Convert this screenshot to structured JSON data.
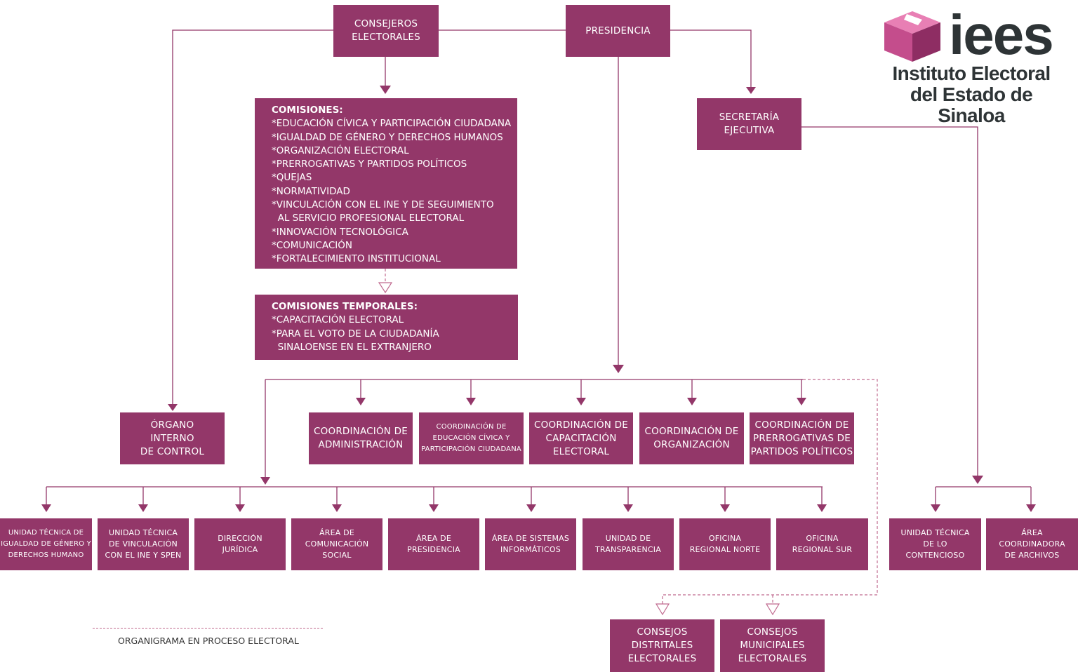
{
  "logo": {
    "word": "iees",
    "name_line1": "Instituto Electoral",
    "name_line2": "del Estado de Sinaloa",
    "colors": {
      "cube_light": "#e87fb4",
      "cube_mid": "#c44d8c",
      "cube_dark": "#8e2d63",
      "text": "#2e3436"
    }
  },
  "colors": {
    "box": "#933769",
    "line": "#933769",
    "dashed": "#c06a8f"
  },
  "top": {
    "consejeros": [
      "CONSEJEROS",
      "ELECTORALES"
    ],
    "presidencia": [
      "PRESIDENCIA"
    ],
    "secretaria": [
      "SECRETARÍA",
      "EJECUTIVA"
    ]
  },
  "comisiones": {
    "title": "COMISIONES:",
    "items": [
      "*EDUCACIÓN CÍVICA Y PARTICIPACIÓN CIUDADANA",
      "*IGUALDAD DE GÉNERO Y DERECHOS HUMANOS",
      "*ORGANIZACIÓN ELECTORAL",
      "*PRERROGATIVAS Y PARTIDOS POLÍTICOS",
      "*QUEJAS",
      "*NORMATIVIDAD",
      "*VINCULACIÓN CON EL INE Y DE SEGUIMIENTO",
      "  AL SERVICIO PROFESIONAL ELECTORAL",
      "*INNOVACIÓN TECNOLÓGICA",
      "*COMUNICACIÓN",
      "*FORTALECIMIENTO INSTITUCIONAL"
    ]
  },
  "comisiones_temporales": {
    "title": "COMISIONES TEMPORALES:",
    "items": [
      "*CAPACITACIÓN ELECTORAL",
      "*PARA EL VOTO DE LA CIUDADANÍA",
      "  SINALOENSE EN EL EXTRANJERO"
    ]
  },
  "organo": [
    "ÓRGANO",
    "INTERNO",
    "DE CONTROL"
  ],
  "coordinaciones": [
    [
      "COORDINACIÓN DE",
      "ADMINISTRACIÓN"
    ],
    [
      "COORDINACIÓN DE",
      "EDUCACIÓN CÍVICA Y",
      "PARTICIPACIÓN CIUDADANA"
    ],
    [
      "COORDINACIÓN DE",
      "CAPACITACIÓN",
      "ELECTORAL"
    ],
    [
      "COORDINACIÓN DE",
      "ORGANIZACIÓN"
    ],
    [
      "COORDINACIÓN DE",
      "PRERROGATIVAS DE",
      "PARTIDOS POLÍTICOS"
    ]
  ],
  "unidades": [
    [
      "UNIDAD TÉCNICA DE",
      "IGUALDAD DE GÉNERO Y",
      "DERECHOS HUMANO"
    ],
    [
      "UNIDAD TÉCNICA",
      "DE VINCULACIÓN",
      "CON EL INE Y SPEN"
    ],
    [
      "DIRECCIÓN",
      "JURÍDICA"
    ],
    [
      "ÁREA DE",
      "COMUNICACIÓN",
      "SOCIAL"
    ],
    [
      "ÁREA DE",
      "PRESIDENCIA"
    ],
    [
      "ÁREA DE SISTEMAS",
      "INFORMÁTICOS"
    ],
    [
      "UNIDAD DE",
      "TRANSPARENCIA"
    ],
    [
      "OFICINA",
      "REGIONAL NORTE"
    ],
    [
      "OFICINA",
      "REGIONAL SUR"
    ]
  ],
  "secretaria_units": [
    [
      "UNIDAD TÉCNICA",
      "DE LO",
      "CONTENCIOSO"
    ],
    [
      "ÁREA",
      "COORDINADORA",
      "DE ARCHIVOS"
    ]
  ],
  "consejos": [
    [
      "CONSEJOS",
      "DISTRITALES",
      "ELECTORALES"
    ],
    [
      "CONSEJOS",
      "MUNICIPALES",
      "ELECTORALES"
    ]
  ],
  "legend": "ORGANIGRAMA EN PROCESO ELECTORAL"
}
